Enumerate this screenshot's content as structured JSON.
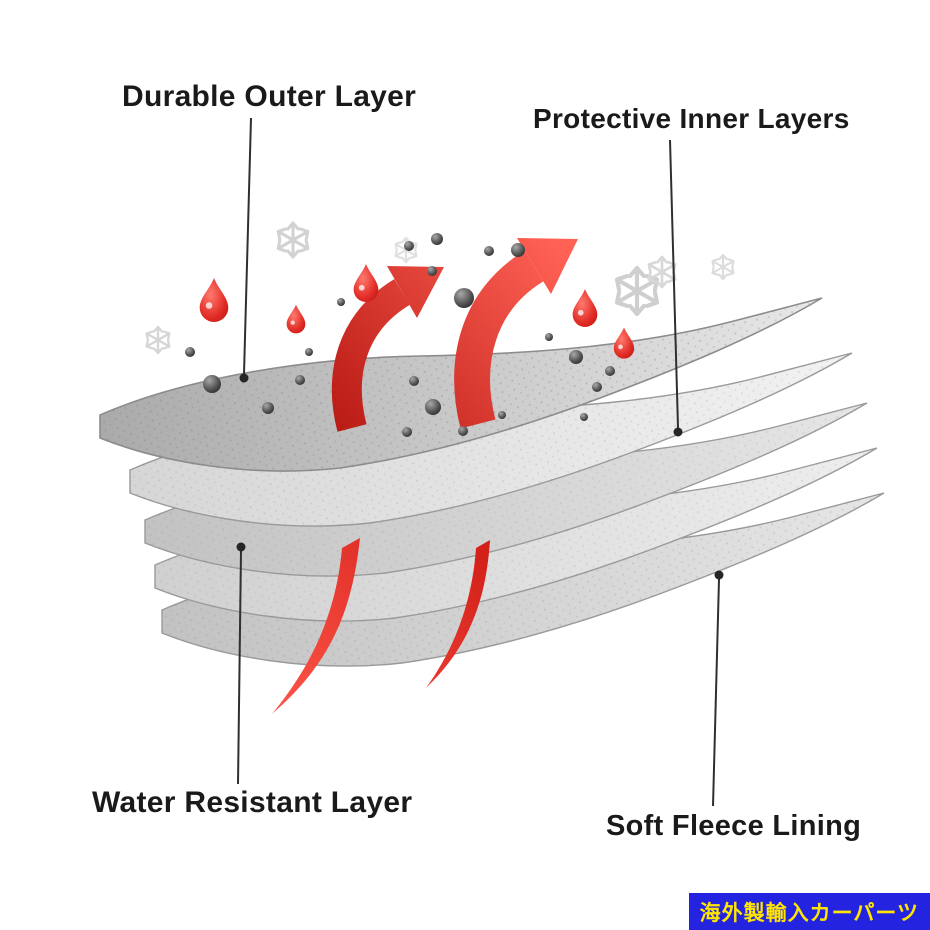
{
  "labels": {
    "durable_outer_layer": "Durable Outer Layer",
    "protective_inner_layers": "Protective Inner Layers",
    "water_resistant_layer": "Water Resistant Layer",
    "soft_fleece_lining": "Soft Fleece Lining"
  },
  "badge": {
    "text": "海外製輸入カーパーツ"
  },
  "icons": {
    "up_arrow": "breathability-up-arrow",
    "down_arrow": "moisture-down-arrow",
    "droplet": "water-droplet",
    "snowflake": "snowflake",
    "particle": "dirt-particle"
  },
  "colors": {
    "arrow_red": "#e02a24",
    "droplet_red": "#d91c1c",
    "fabric_gray_dark": "#b0b0b0",
    "fabric_gray_light": "#ececec",
    "snowflake_gray": "#d4d4d4",
    "bead_gray": "#3a3a3a",
    "label_text": "#1a1a1a",
    "leader_line": "#2f2f2f",
    "badge_background": "#2424e0",
    "badge_text": "#ffe600"
  }
}
